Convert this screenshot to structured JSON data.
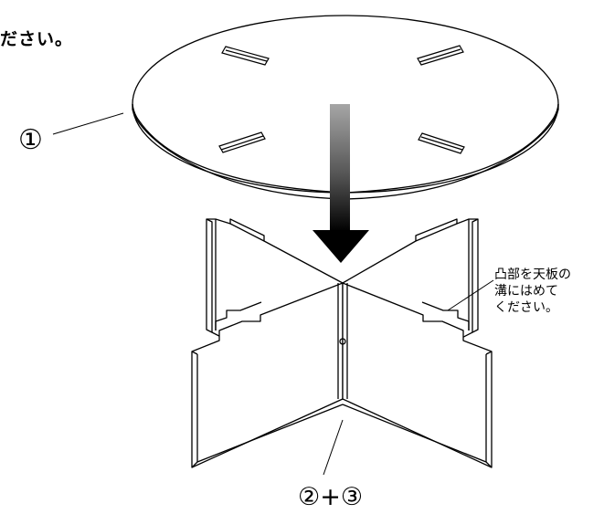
{
  "heading": "ださい。",
  "labels": {
    "part1": "①",
    "parts23": "②+③"
  },
  "note": {
    "line1": "凸部を天板の",
    "line2": "溝にはめて",
    "line3": "ください。"
  },
  "colors": {
    "stroke": "#000000",
    "arrow_top": "#9a9a9a",
    "arrow_bottom": "#000000"
  }
}
